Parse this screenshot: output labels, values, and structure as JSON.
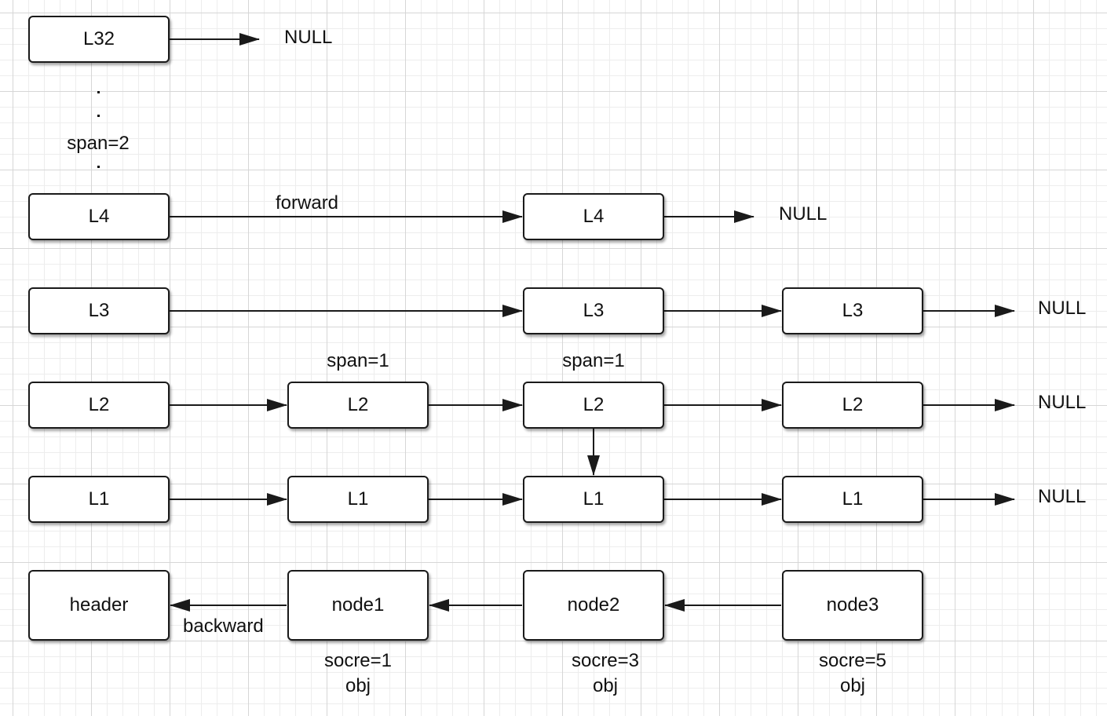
{
  "levels": {
    "l32": "L32",
    "l4": "L4",
    "l3": "L3",
    "l2": "L2",
    "l1": "L1"
  },
  "nodes": {
    "header": "header",
    "node1": "node1",
    "node2": "node2",
    "node3": "node3"
  },
  "labels": {
    "null": "NULL",
    "forward": "forward",
    "backward": "backward",
    "span2": "span=2",
    "span1": "span=1",
    "ellipsis": "."
  },
  "scores": {
    "node1": "socre=1",
    "node2": "socre=3",
    "node3": "socre=5",
    "obj": "obj"
  },
  "colors": {
    "line": "#1a1a1a",
    "grid_major": "#d6d6d6",
    "grid_minor": "#ededed"
  }
}
